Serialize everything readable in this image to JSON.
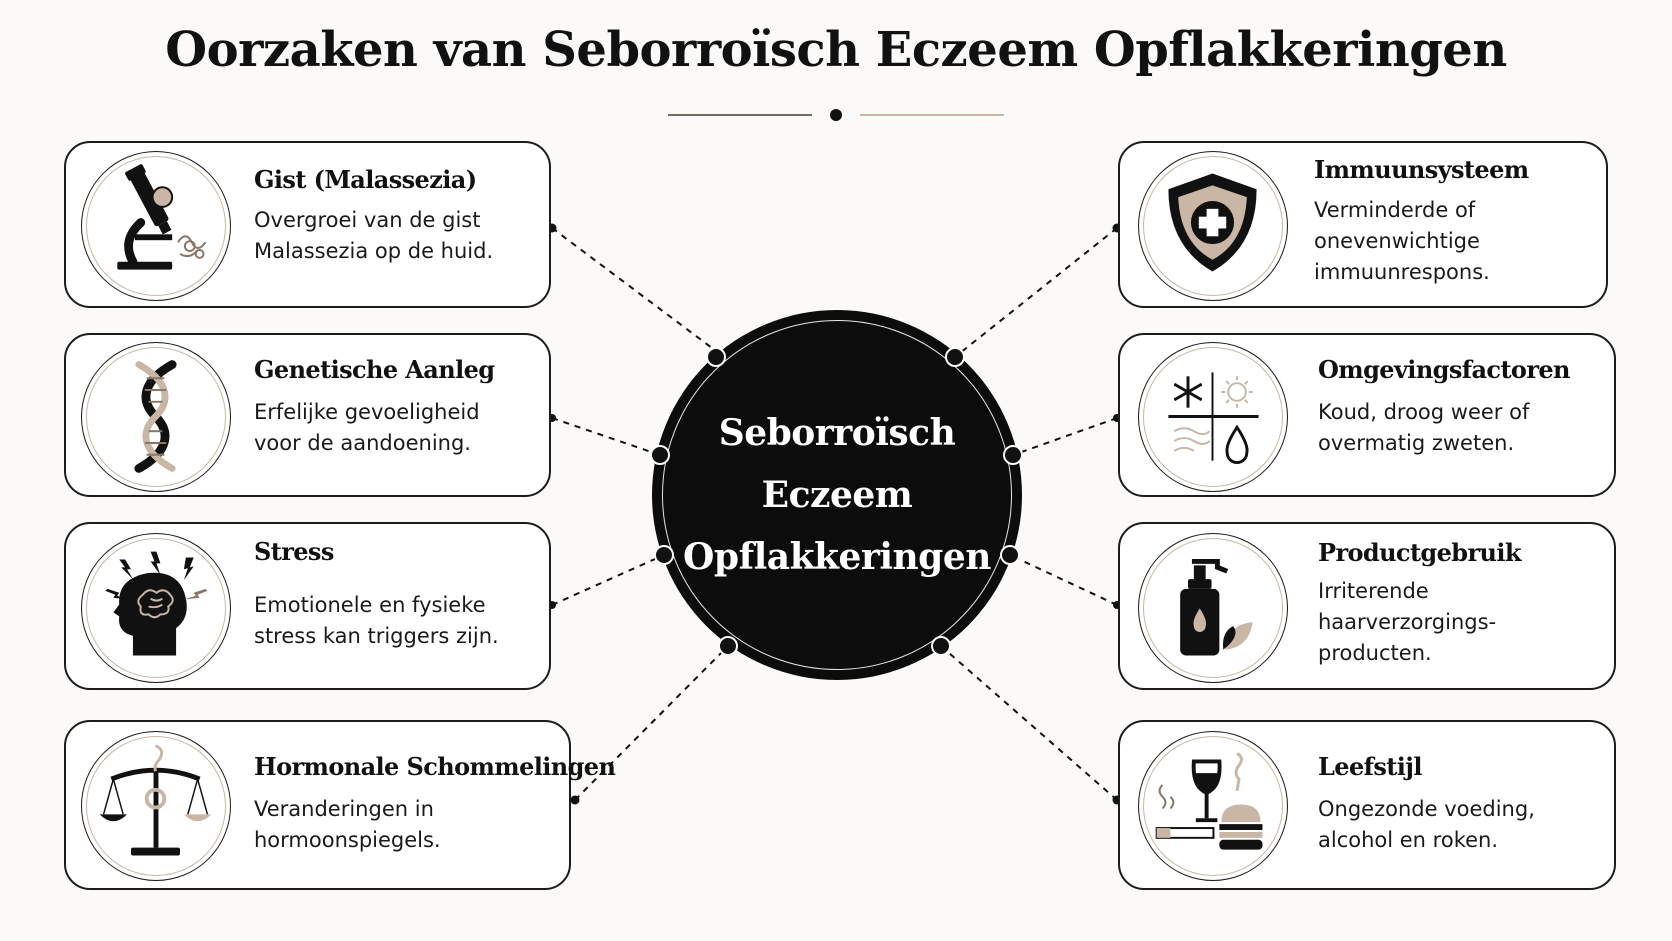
{
  "title": "Oorzaken van Seborroïsch Eczeem Opflakkeringen",
  "center": {
    "line1": "Seborroïsch",
    "line2": "Eczeem",
    "line3": "Opflakkeringen"
  },
  "causes_left": [
    {
      "title": "Gist (Malassezia)",
      "desc": [
        "Overgroei van de gist",
        "Malassezia op de huid."
      ],
      "icon": "microscope-icon"
    },
    {
      "title": "Genetische Aanleg",
      "desc": [
        "Erfelijke gevoeligheid",
        "voor de aandoening."
      ],
      "icon": "dna-icon"
    },
    {
      "title": "Stress",
      "desc": [
        "Emotionele en fysieke",
        "stress kan triggers zijn."
      ],
      "icon": "stressed-head-icon"
    },
    {
      "title": "Hormonale Schommelingen",
      "desc": [
        "Veranderingen in",
        "hormoonspiegels."
      ],
      "icon": "balance-scale-icon"
    }
  ],
  "causes_right": [
    {
      "title": "Immuunsysteem",
      "desc": [
        "Verminderde of",
        "onevenwichtige",
        "immuunrespons."
      ],
      "icon": "shield-cross-icon"
    },
    {
      "title": "Omgevingsfactoren",
      "desc": [
        "Koud, droog weer of",
        "overmatig zweten."
      ],
      "icon": "weather-icon"
    },
    {
      "title": "Productgebruik",
      "desc": [
        "Irriterende",
        "haarverzorgings-",
        "producten."
      ],
      "icon": "pump-bottle-icon"
    },
    {
      "title": "Leefstijl",
      "desc": [
        "Ongezonde voeding,",
        "alcohol en roken."
      ],
      "icon": "lifestyle-icon"
    }
  ],
  "colors": {
    "ink": "#111111",
    "accent_beige": "#c9b6a5",
    "background": "#fbfaf8",
    "center_fill": "#0c0c0c"
  }
}
